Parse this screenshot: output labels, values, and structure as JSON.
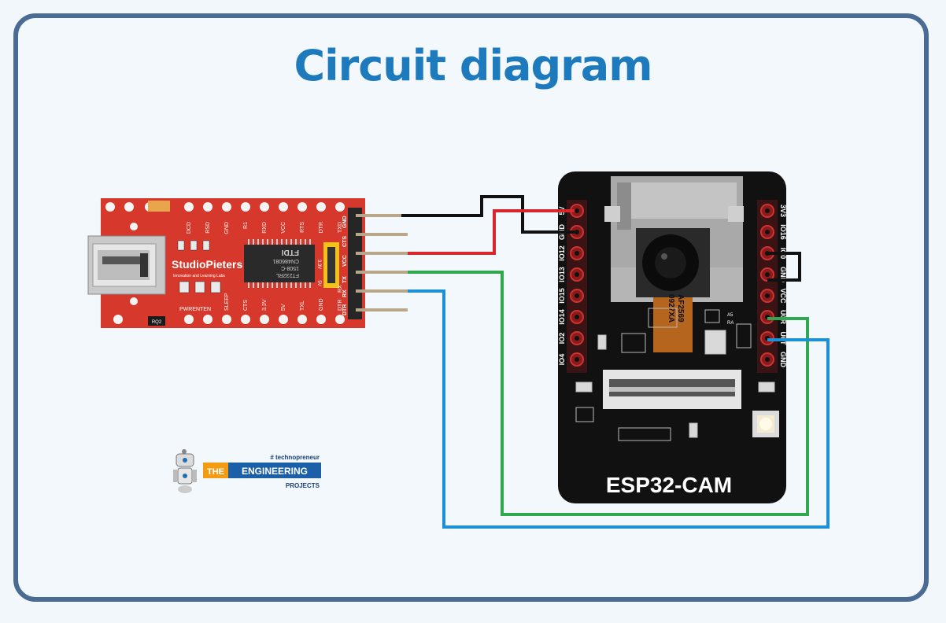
{
  "title": "Circuit diagram",
  "ftdi": {
    "brand": "StudioPieters",
    "brand_sub": "Innovation and Learning Labs",
    "top_pins": [
      "DCD",
      "RSD",
      "GND",
      "R1",
      "RXD",
      "VCC",
      "RTS",
      "DTR",
      "TXD"
    ],
    "bottom_pins": [
      "PWRENTEN",
      "SLEEP",
      "CTS",
      "3.3V",
      "5V",
      "TXL",
      "GND",
      "DTR"
    ],
    "bottom_pins2": [
      "RX"
    ],
    "header_labels": [
      "GND",
      "CTS",
      "VCC",
      "TX",
      "RX",
      "DTR"
    ],
    "jumper_labels": [
      "3.3V",
      "5V"
    ],
    "chip_lines": [
      "FT232RL",
      "1508-C",
      "CN486081",
      "FTDI"
    ],
    "crystal_label": "RQ2"
  },
  "esp": {
    "label": "ESP32-CAM",
    "left_pins": [
      "5V",
      "GND",
      "IO12",
      "IO13",
      "IO15",
      "IO14",
      "IO2",
      "IO4"
    ],
    "right_pins": [
      "3V3",
      "IO16",
      "IO0",
      "GND",
      "VCC",
      "U0R",
      "U0T",
      "GND"
    ],
    "camera_text": [
      "AF2569",
      "0927XA"
    ],
    "small_labels": [
      "A5",
      "RA"
    ]
  },
  "logo": {
    "tagline": "# technopreneur",
    "the": "THE",
    "engineering": "ENGINEERING",
    "projects": "PROJECTS"
  },
  "colors": {
    "frame": "#4a6b94",
    "title": "#1d7bbd",
    "board_red": "#d6382b",
    "wire_black": "#111111",
    "wire_red": "#d8262c",
    "wire_green": "#2fa84f",
    "wire_blue": "#1e90d6",
    "esp_board": "#111111"
  }
}
